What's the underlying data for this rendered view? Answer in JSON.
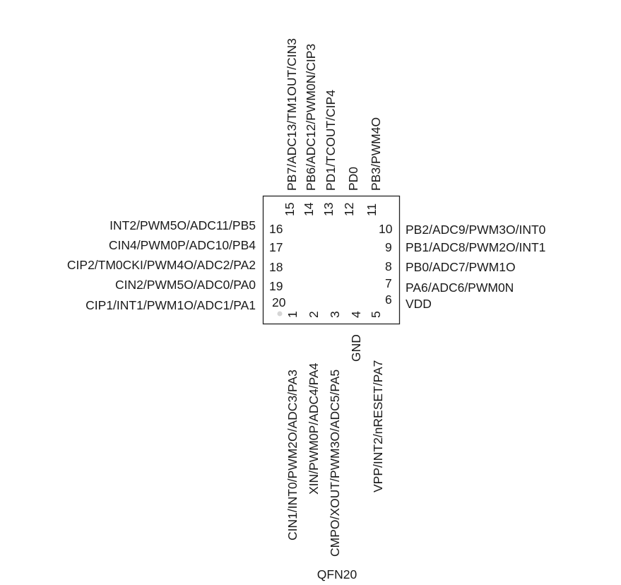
{
  "package": {
    "name": "QFN20"
  },
  "pins": {
    "left": [
      {
        "number": "16",
        "function": "INT2/PWM5O/ADC11/PB5"
      },
      {
        "number": "17",
        "function": "CIN4/PWM0P/ADC10/PB4"
      },
      {
        "number": "18",
        "function": "CIP2/TM0CKI/PWM4O/ADC2/PA2"
      },
      {
        "number": "19",
        "function": "CIN2/PWM5O/ADC0/PA0"
      },
      {
        "number": "20",
        "function": "CIP1/INT1/PWM1O/ADC1/PA1"
      }
    ],
    "right": [
      {
        "number": "10",
        "function": "PB2/ADC9/PWM3O/INT0"
      },
      {
        "number": "9",
        "function": "PB1/ADC8/PWM2O/INT1"
      },
      {
        "number": "8",
        "function": "PB0/ADC7/PWM1O"
      },
      {
        "number": "7",
        "function": "PA6/ADC6/PWM0N"
      },
      {
        "number": "6",
        "function": "VDD"
      }
    ],
    "top": [
      {
        "number": "15",
        "function": "PB7/ADC13/TM1OUT/CIN3"
      },
      {
        "number": "14",
        "function": "PB6/ADC12/PWM0N/CIP3"
      },
      {
        "number": "13",
        "function": "PD1/TCOUT/CIP4"
      },
      {
        "number": "12",
        "function": "PD0"
      },
      {
        "number": "11",
        "function": "PB3/PWM4O"
      }
    ],
    "bottom": [
      {
        "number": "1",
        "function": "CIN1/INT0/PWM2O/ADC3/PA3"
      },
      {
        "number": "2",
        "function": "XIN/PWM0P/ADC4/PA4"
      },
      {
        "number": "3",
        "function": "CMPO/XOUT/PWM3O/ADC5/PA5"
      },
      {
        "number": "4",
        "function": "GND"
      },
      {
        "number": "5",
        "function": "VPP/INT2/nRESET/PA7"
      }
    ]
  }
}
